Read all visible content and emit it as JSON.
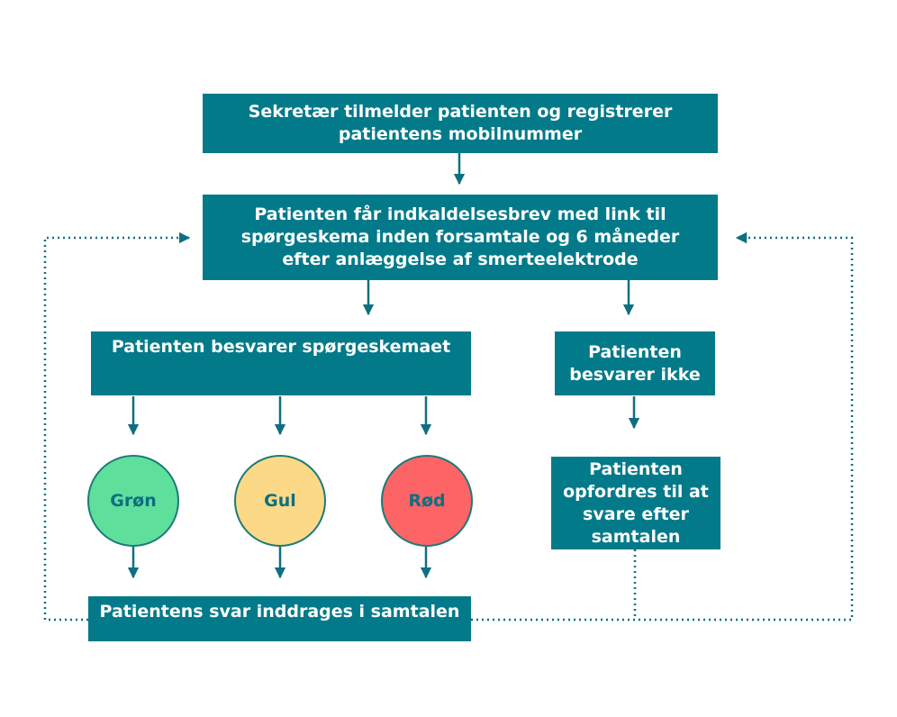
{
  "boxes": {
    "register": "Sekretær tilmelder patienten og registrerer patientens mobilnummer",
    "letter": "Patienten får indkaldelsesbrev med link til spørgeskema inden forsamtale og 6 måneder efter anlæggelse af smerteelektrode",
    "answers": "Patienten besvarer spørgeskemaet",
    "no_answer": "Patienten besvarer ikke",
    "encouraged": "Patienten opfordres til at svare efter samtalen",
    "included": "Patientens svar inddrages i samtalen"
  },
  "circles": [
    {
      "label": "Grøn",
      "color": "#5ee09c"
    },
    {
      "label": "Gul",
      "color": "#fcd987"
    },
    {
      "label": "Rød",
      "color": "#fd6466"
    }
  ],
  "colors": {
    "box": "#037a8a",
    "arrow": "#0e6f80"
  }
}
